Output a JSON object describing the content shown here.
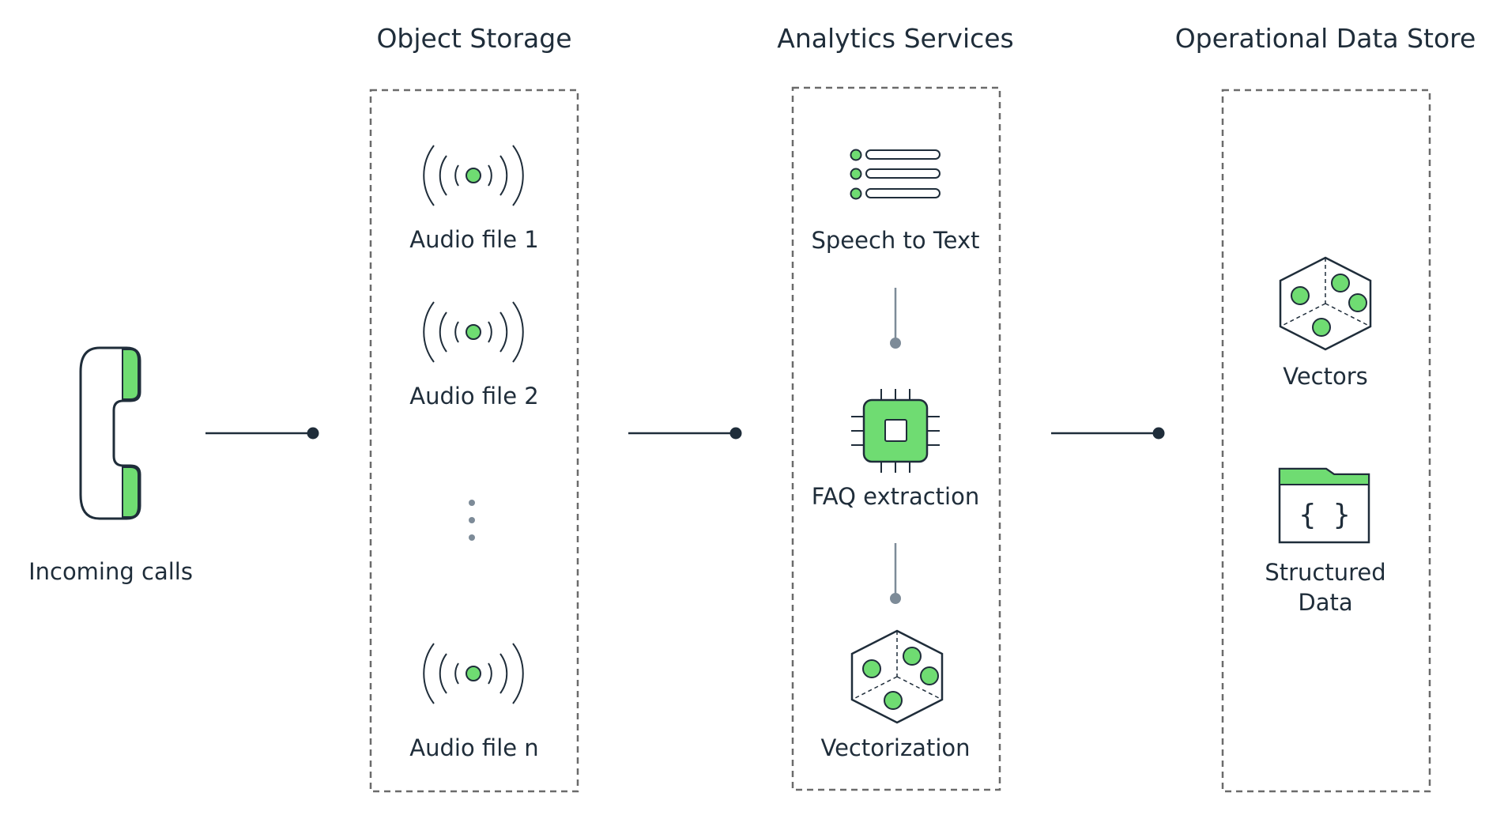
{
  "colors": {
    "accent": "#6fdc72",
    "ink": "#1f2d3a",
    "connector": "#7d8b98",
    "border": "#6b6b6b"
  },
  "source": {
    "label": "Incoming calls",
    "icon": "phone-icon"
  },
  "columns": {
    "object_storage": {
      "title": "Object Storage",
      "items": [
        {
          "label": "Audio file 1",
          "icon": "audio-signal-icon"
        },
        {
          "label": "Audio file 2",
          "icon": "audio-signal-icon"
        },
        {
          "label": "Audio file n",
          "icon": "audio-signal-icon"
        }
      ],
      "ellipsis_icon": "vertical-ellipsis-icon"
    },
    "analytics_services": {
      "title": "Analytics Services",
      "items": [
        {
          "label": "Speech to Text",
          "icon": "text-list-icon"
        },
        {
          "label": "FAQ extraction",
          "icon": "chip-icon"
        },
        {
          "label": "Vectorization",
          "icon": "vector-cube-icon"
        }
      ]
    },
    "operational_data_store": {
      "title": "Operational Data Store",
      "items": [
        {
          "label": "Vectors",
          "icon": "vector-cube-icon"
        },
        {
          "label_line1": "Structured",
          "label_line2": "Data",
          "icon": "json-folder-icon"
        }
      ]
    }
  }
}
